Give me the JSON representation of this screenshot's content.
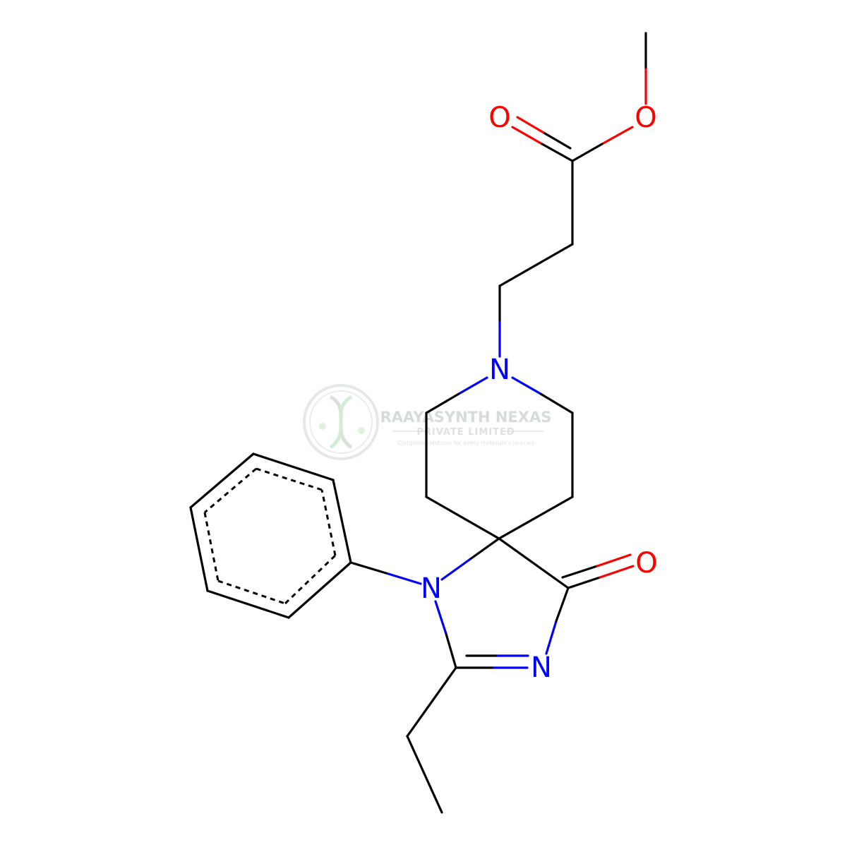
{
  "colors": {
    "bond": "#000000",
    "nitrogen": "#0000ff",
    "oxygen": "#ff0000",
    "background": "#ffffff",
    "watermark": "#cfd8cf"
  },
  "atoms": {
    "o_carbonyl_ester": "O",
    "o_ether_ester": "O",
    "n_piperidine": "N",
    "n_anilino": "N",
    "n_imine": "N",
    "o_ketone": "O"
  },
  "watermark": {
    "company": "RAAYASYNTH NEXAS",
    "subtitle": "PRIVATE LIMITED",
    "tagline": "Complete solutions for every molecule's journey",
    "logo_icon": "dna-helix-icon"
  }
}
